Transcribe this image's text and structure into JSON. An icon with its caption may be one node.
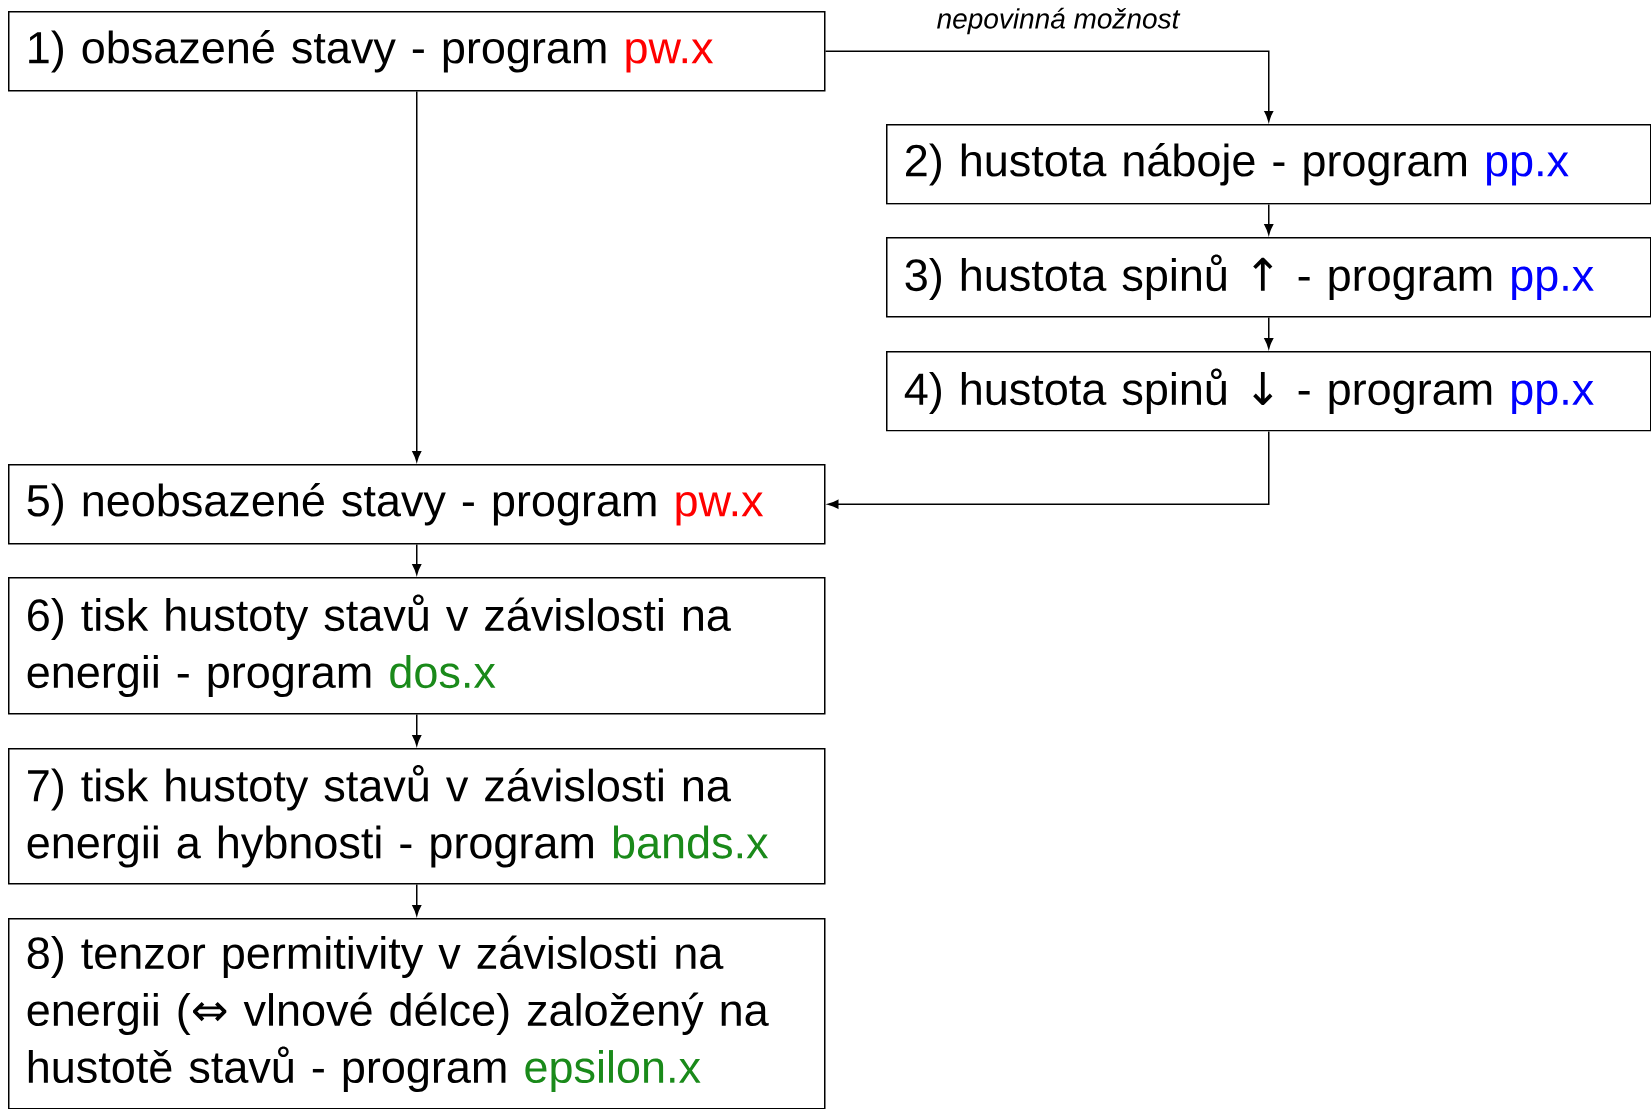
{
  "diagram": {
    "nodes": [
      {
        "text": [
          "1) obsazené stavy - program",
          "pw.x"
        ]
      },
      {
        "text": [
          "2) hustota náboje - program",
          "pp.x"
        ]
      },
      {
        "text": [
          "3) hustota spinů ↑ - program",
          "pp.x"
        ]
      },
      {
        "text": [
          "4) hustota spinů ↓ - program",
          "pp.x"
        ]
      },
      {
        "text": [
          "5) neobsazené stavy - program",
          "pw.x"
        ]
      },
      {
        "text": [
          "6) tisk hustoty stavů v závislosti na energii - program",
          "dos.x"
        ]
      },
      {
        "text": [
          "7) tisk hustoty stavů v závislosti na energii a hybnosti - program",
          "bands.x"
        ]
      },
      {
        "text": [
          "8) tenzor permitivity v závislosti na energii (⇔ vlnové délce) založený na hustotě stavů - program",
          "epsilon.x"
        ]
      }
    ],
    "edges": [
      {
        "from": 0,
        "to": 1,
        "arrow": "to",
        "label": "nepovinná možnost"
      },
      {
        "from": 0,
        "to": 4,
        "arrow": "to"
      },
      {
        "from": 1,
        "to": 2,
        "arrow": "to"
      },
      {
        "from": 2,
        "to": 3,
        "arrow": "to"
      },
      {
        "from": 3,
        "to": 4,
        "arrow": "to"
      },
      {
        "from": 4,
        "to": 5,
        "arrow": "to"
      },
      {
        "from": 5,
        "to": 6,
        "arrow": "to"
      },
      {
        "from": 6,
        "to": 7,
        "arrow": "to"
      }
    ]
  }
}
